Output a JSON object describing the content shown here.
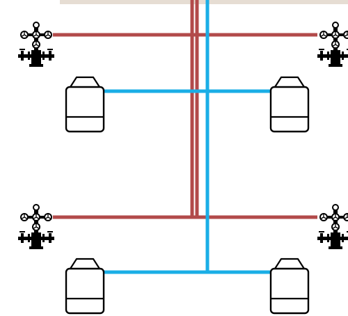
{
  "diagram": {
    "top_bar_color": "#e6ddd3",
    "pipe_colors": {
      "red": "#b24a4a",
      "blue": "#1aaee6"
    },
    "icons": {
      "wellhead": "wellhead-icon",
      "tank": "storage-tank-icon"
    },
    "nodes": [
      {
        "id": "wellhead-top-left",
        "type": "wellhead"
      },
      {
        "id": "wellhead-top-right",
        "type": "wellhead"
      },
      {
        "id": "wellhead-bottom-left",
        "type": "wellhead"
      },
      {
        "id": "wellhead-bottom-right",
        "type": "wellhead"
      },
      {
        "id": "tank-top-left",
        "type": "tank"
      },
      {
        "id": "tank-top-right",
        "type": "tank"
      },
      {
        "id": "tank-bottom-left",
        "type": "tank"
      },
      {
        "id": "tank-bottom-right",
        "type": "tank"
      }
    ],
    "connections": [
      {
        "from": "wellhead-top-left",
        "to": "wellhead-top-right",
        "color": "red"
      },
      {
        "from": "wellhead-bottom-left",
        "to": "wellhead-bottom-right",
        "color": "red"
      },
      {
        "from": "tank-top-left",
        "to": "tank-top-right",
        "color": "blue"
      },
      {
        "from": "tank-bottom-left",
        "to": "tank-bottom-right",
        "color": "blue"
      }
    ]
  }
}
